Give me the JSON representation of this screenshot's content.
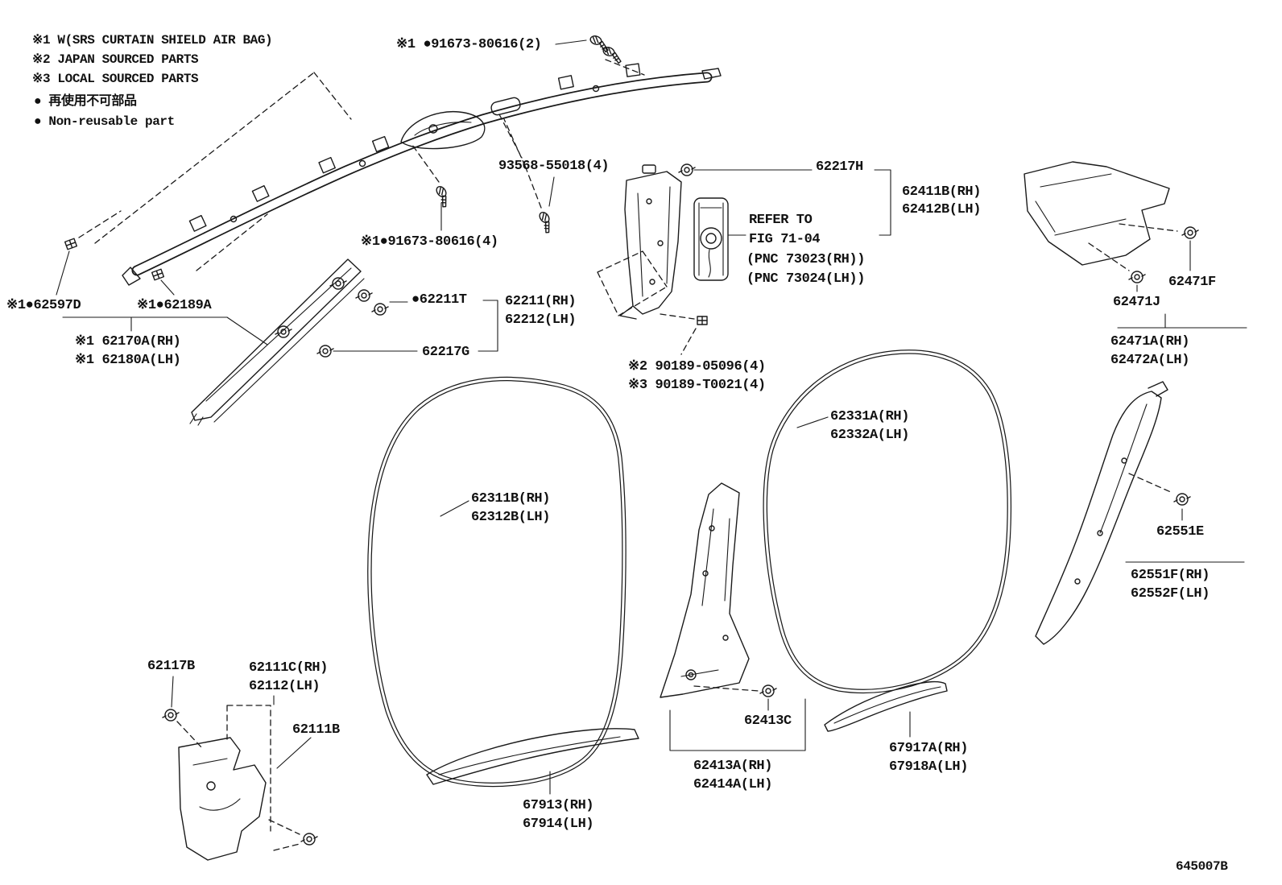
{
  "colors": {
    "ink": "#1a1a1a",
    "paper": "#ffffff"
  },
  "legend": {
    "note1": "※1 W(SRS CURTAIN SHIELD AIR BAG)",
    "note2": "※2 JAPAN SOURCED PARTS",
    "note3": "※3 LOCAL SOURCED PARTS",
    "note4": "● 再使用不可部品",
    "note5": "● Non-reusable part"
  },
  "refer_note": {
    "line1": "REFER TO",
    "line2": "FIG 71-04",
    "line3": "(PNC 73023(RH))",
    "line4": "(PNC 73024(LH))"
  },
  "parts": {
    "fastener_91673_2": "※1 ●91673-80616(2)",
    "fastener_91673_4": "※1●91673-80616(4)",
    "screw_93568": "93568-55018(4)",
    "clip_62217h": "62217H",
    "garnish_62411b_rh": "62411B(RH)",
    "garnish_62412b_lh": "62412B(LH)",
    "clip_62597d": "※1●62597D",
    "clip_62189a": "※1●62189A",
    "garnish_62170a_rh": "※1 62170A(RH)",
    "garnish_62180a_lh": "※1 62180A(LH)",
    "clip_62211t": "●62211T",
    "garnish_62211_rh": "62211(RH)",
    "garnish_62212_lh": "62212(LH)",
    "clip_62217g": "62217G",
    "fastener_90189_05096": "※2 90189-05096(4)",
    "fastener_90189_t0021": "※3 90189-T0021(4)",
    "weatherstrip_62331a_rh": "62331A(RH)",
    "weatherstrip_62332a_lh": "62332A(LH)",
    "weatherstrip_62311b_rh": "62311B(RH)",
    "weatherstrip_62312b_lh": "62312B(LH)",
    "clip_62471f": "62471F",
    "clip_62471j": "62471J",
    "garnish_62471a_rh": "62471A(RH)",
    "garnish_62472a_lh": "62472A(LH)",
    "clip_62551e": "62551E",
    "garnish_62551f_rh": "62551F(RH)",
    "garnish_62552f_lh": "62552F(LH)",
    "clip_62117b": "62117B",
    "trim_62111c_rh": "62111C(RH)",
    "trim_62112_lh": "62112(LH)",
    "trim_62111b": "62111B",
    "clip_62413c": "62413C",
    "garnish_62413a_rh": "62413A(RH)",
    "garnish_62414a_lh": "62414A(LH)",
    "scuff_67917a_rh": "67917A(RH)",
    "scuff_67918a_lh": "67918A(LH)",
    "scuff_67913_rh": "67913(RH)",
    "scuff_67914_lh": "67914(LH)"
  },
  "diagram_id": "645007B",
  "icons": {
    "bolt": "screw-bolt-icon",
    "grommet": "grommet-clip-icon",
    "clip": "trim-clip-icon"
  }
}
